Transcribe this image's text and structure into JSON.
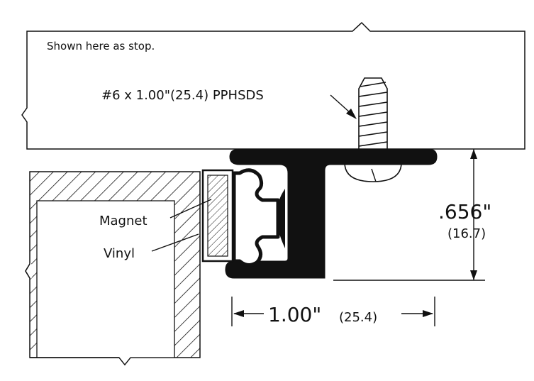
{
  "labels": {
    "note": "Shown here as stop.",
    "screw": "#6 x 1.00\"(25.4) PPHSDS",
    "magnet": "Magnet",
    "vinyl": "Vinyl",
    "height_in": ".656\"",
    "height_mm": "(16.7)",
    "width_in": "1.00\"",
    "width_mm": "(25.4)"
  },
  "colors": {
    "ink": "#111111",
    "paper": "#ffffff"
  }
}
